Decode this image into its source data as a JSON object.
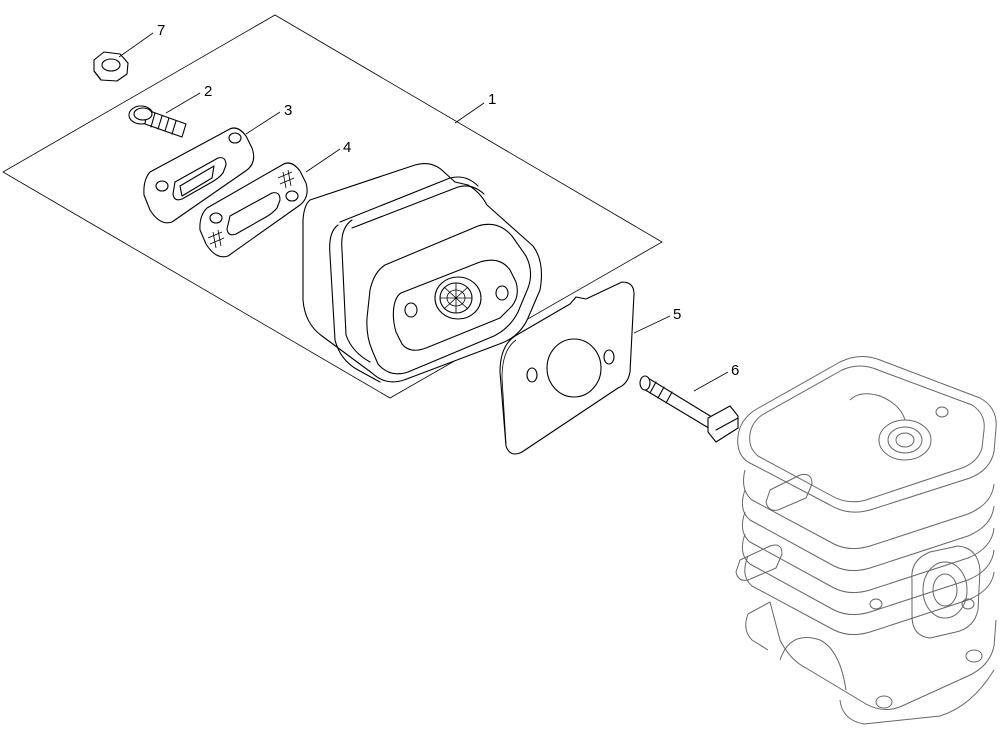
{
  "callouts": [
    {
      "id": "1",
      "label": "1"
    },
    {
      "id": "2",
      "label": "2"
    },
    {
      "id": "3",
      "label": "3"
    },
    {
      "id": "4",
      "label": "4"
    },
    {
      "id": "5",
      "label": "5"
    },
    {
      "id": "6",
      "label": "6"
    },
    {
      "id": "7",
      "label": "7"
    }
  ],
  "colors": {
    "line": "#000000",
    "cylinder_line": "#666666",
    "background": "#ffffff"
  }
}
